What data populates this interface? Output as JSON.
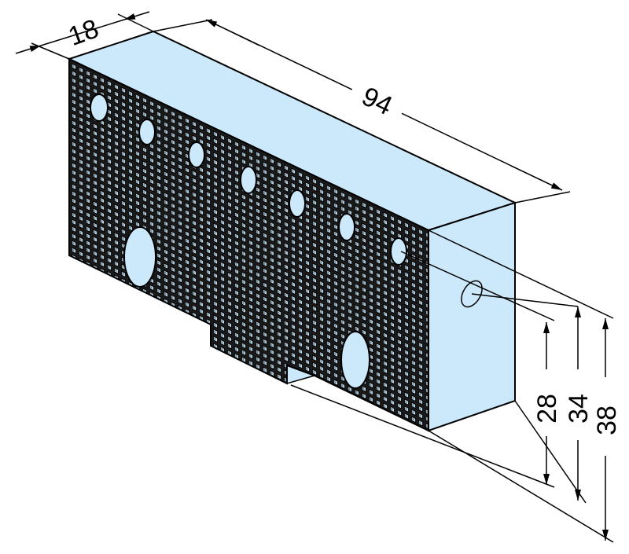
{
  "drawing": {
    "body_color": "#cce9fb",
    "line_color": "#000000",
    "dimensions": {
      "depth": "18",
      "length": "94",
      "height_a": "28",
      "height_b": "34",
      "height_c": "38"
    }
  }
}
